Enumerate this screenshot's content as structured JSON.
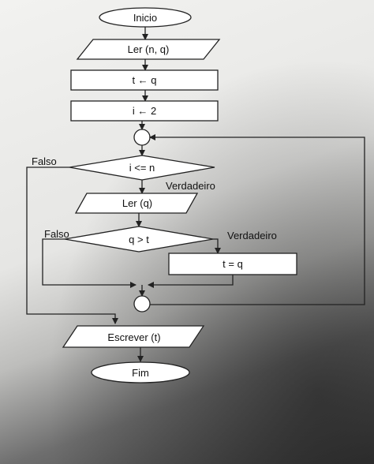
{
  "flowchart": {
    "start": "Inicio",
    "read_input": "Ler (n, q)",
    "assign_t": "t ← q",
    "assign_i": "i ← 2",
    "loop_condition": "i <= n",
    "loop_false": "Falso",
    "loop_true": "Verdadeiro",
    "read_q": "Ler (q)",
    "compare": "q > t",
    "compare_false": "Falso",
    "compare_true": "Verdadeiro",
    "assign_t2": "t = q",
    "output": "Escrever (t)",
    "end": "Fim"
  }
}
